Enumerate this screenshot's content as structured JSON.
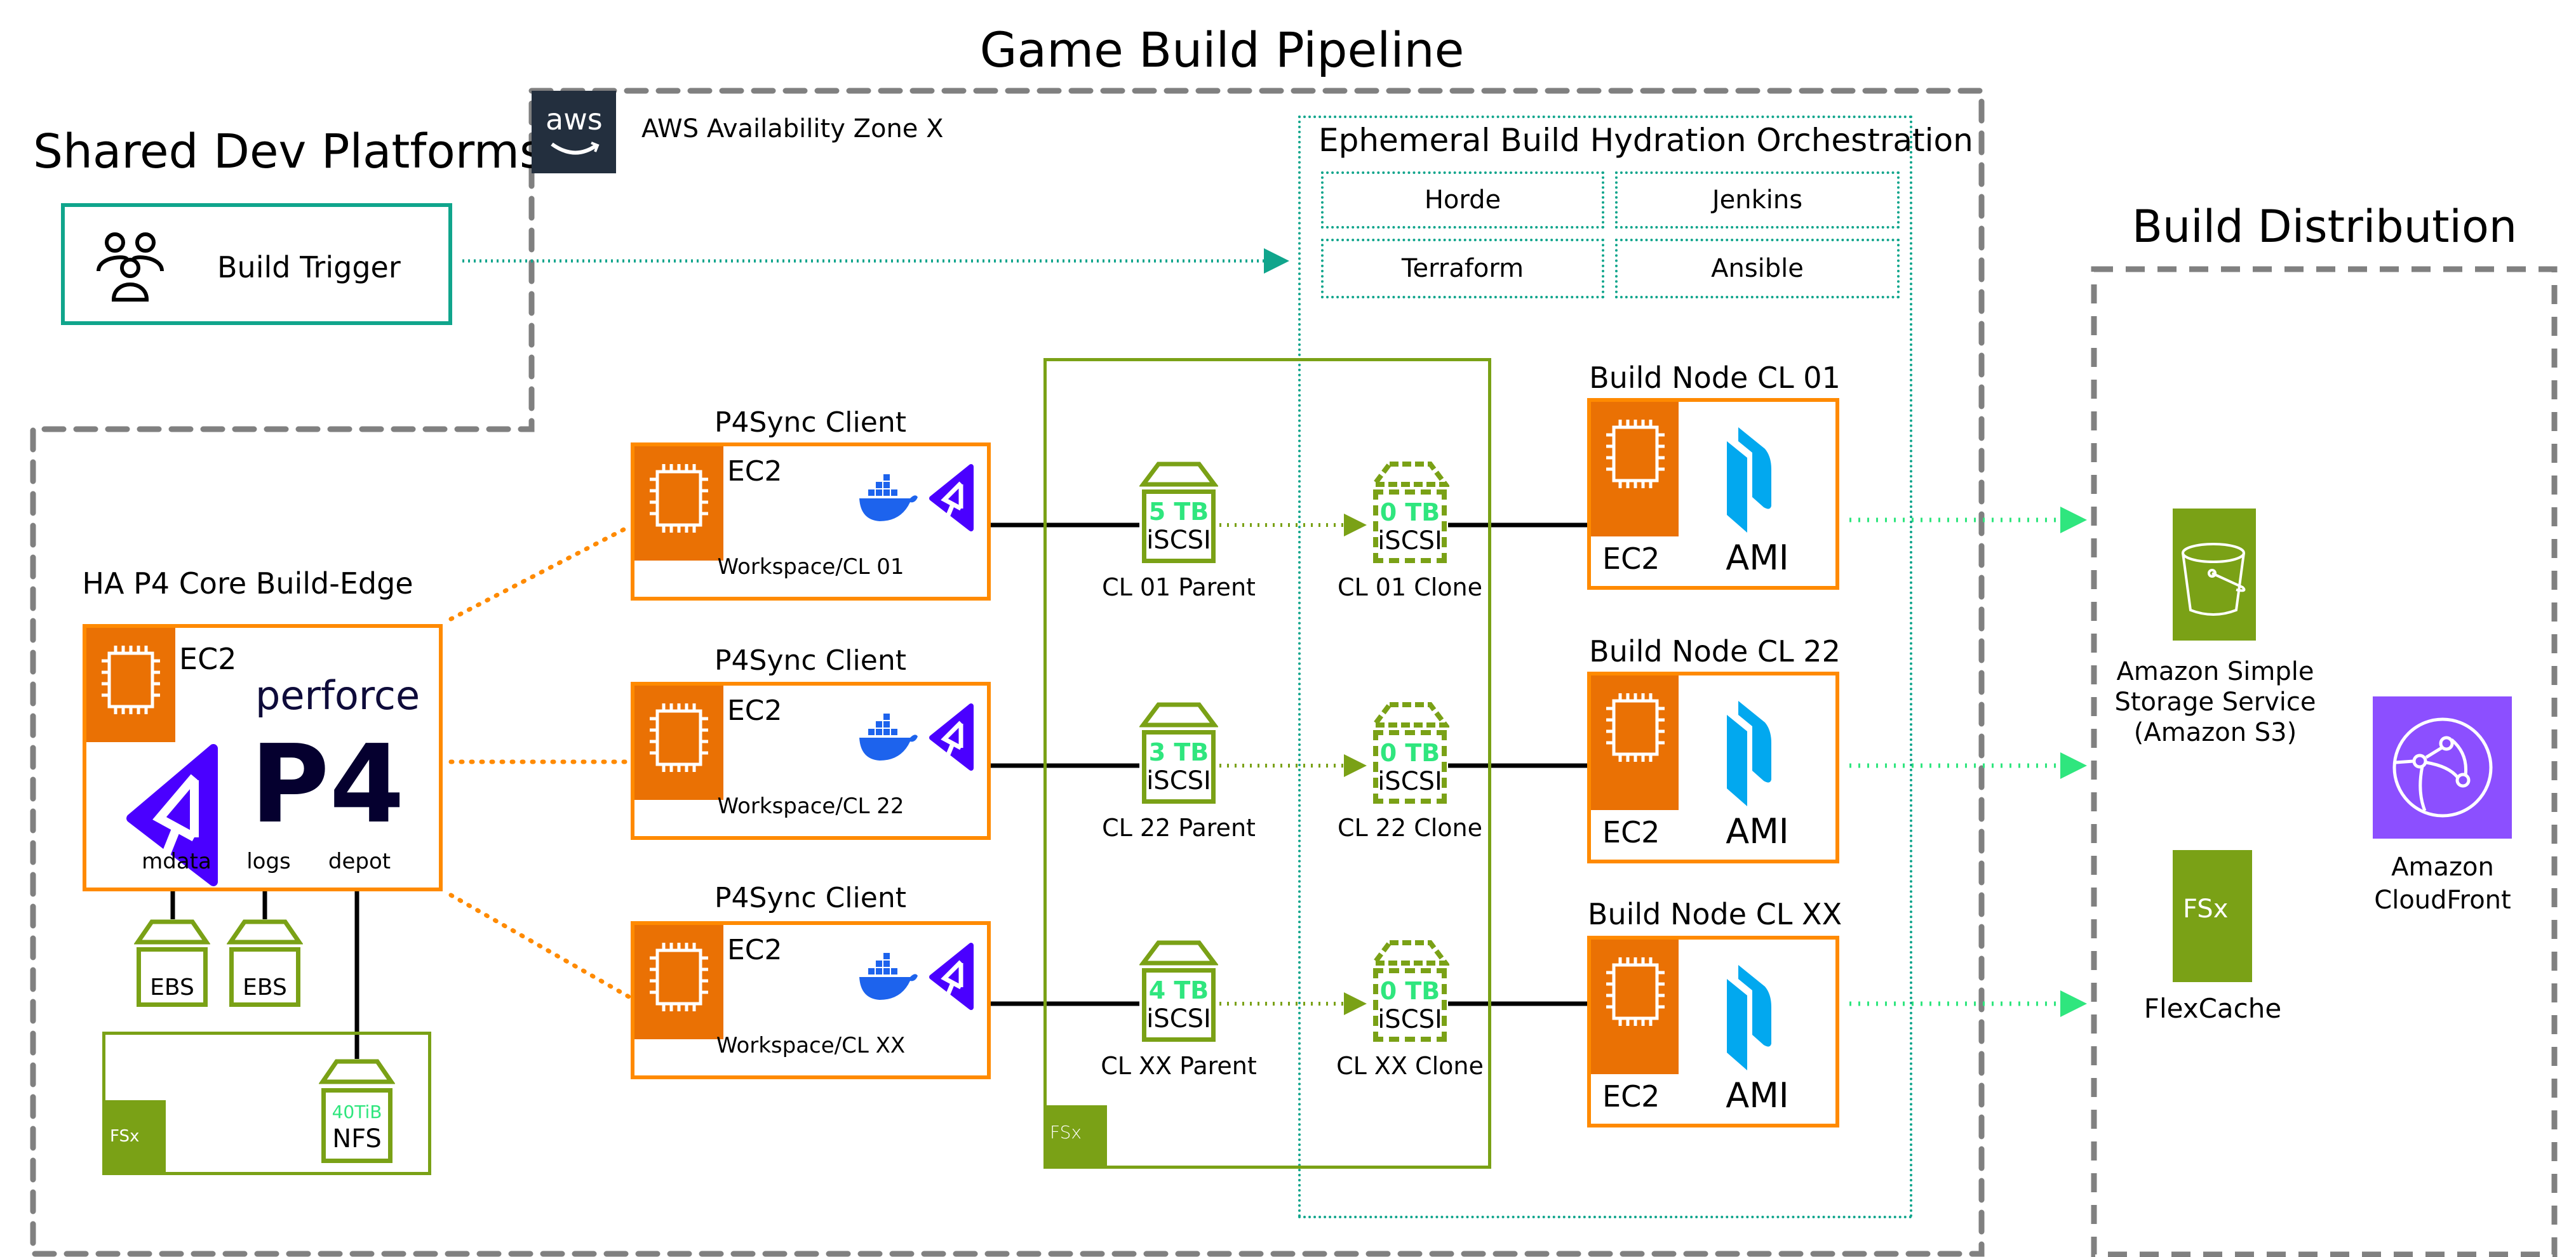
{
  "title": "Game Build Pipeline",
  "shared_dev": {
    "heading": "Shared Dev Platforms",
    "build_trigger": {
      "label": "Build Trigger",
      "icon": "users-icon"
    }
  },
  "aws_zone": {
    "logo_text": "aws",
    "label": "AWS Availability Zone X"
  },
  "orchestration": {
    "heading": "Ephemeral Build Hydration Orchestration",
    "tools": [
      "Horde",
      "Jenkins",
      "Terraform",
      "Ansible"
    ]
  },
  "core": {
    "heading": "HA P4 Core Build-Edge",
    "ec2_label": "EC2",
    "brand_word": "perforce",
    "brand_mark": "P4",
    "mounts": [
      "mdata",
      "logs",
      "depot"
    ],
    "ebs": [
      "EBS",
      "EBS"
    ],
    "nfs": {
      "size": "40TiB",
      "label": "NFS"
    }
  },
  "sync_clients": [
    {
      "heading": "P4Sync Client",
      "ec2_label": "EC2",
      "workspace": "Workspace/CL 01"
    },
    {
      "heading": "P4Sync Client",
      "ec2_label": "EC2",
      "workspace": "Workspace/CL 22"
    },
    {
      "heading": "P4Sync Client",
      "ec2_label": "EC2",
      "workspace": "Workspace/CL XX"
    }
  ],
  "volumes": [
    {
      "parent_size": "5 TB",
      "parent_proto": "iSCSI",
      "parent_label": "CL 01 Parent",
      "clone_size": "0 TB",
      "clone_proto": "iSCSI",
      "clone_label": "CL 01 Clone"
    },
    {
      "parent_size": "3 TB",
      "parent_proto": "iSCSI",
      "parent_label": "CL 22 Parent",
      "clone_size": "0 TB",
      "clone_proto": "iSCSI",
      "clone_label": "CL 22 Clone"
    },
    {
      "parent_size": "4 TB",
      "parent_proto": "iSCSI",
      "parent_label": "CL XX Parent",
      "clone_size": "0 TB",
      "clone_proto": "iSCSI",
      "clone_label": "CL XX Clone"
    }
  ],
  "build_nodes": [
    {
      "heading": "Build Node CL 01",
      "ec2_label": "EC2",
      "ami_label": "AMI"
    },
    {
      "heading": "Build Node CL 22",
      "ec2_label": "EC2",
      "ami_label": "AMI"
    },
    {
      "heading": "Build Node CL XX",
      "ec2_label": "EC2",
      "ami_label": "AMI"
    }
  ],
  "distribution": {
    "heading": "Build Distribution",
    "s3": "Amazon Simple Storage Service (Amazon S3)",
    "s3_lines": [
      "Amazon Simple",
      "Storage Service",
      "(Amazon S3)"
    ],
    "cloudfront_lines": [
      "Amazon",
      "CloudFront"
    ],
    "flexcache": "FlexCache"
  },
  "fsx_label": "FSx",
  "colors": {
    "orange": "#ff8a00",
    "ec2_orange": "#ea7104",
    "fsx_green": "#7aa116",
    "teal": "#10a58c",
    "bright_green": "#2fe67e",
    "gray_dash": "#808080",
    "aws_navy": "#232f3e",
    "perforce_purple": "#4a00ff",
    "cloudfront_purple": "#8c4fff",
    "docker_blue": "#1d63ed",
    "packer_blue": "#02a8ef"
  }
}
